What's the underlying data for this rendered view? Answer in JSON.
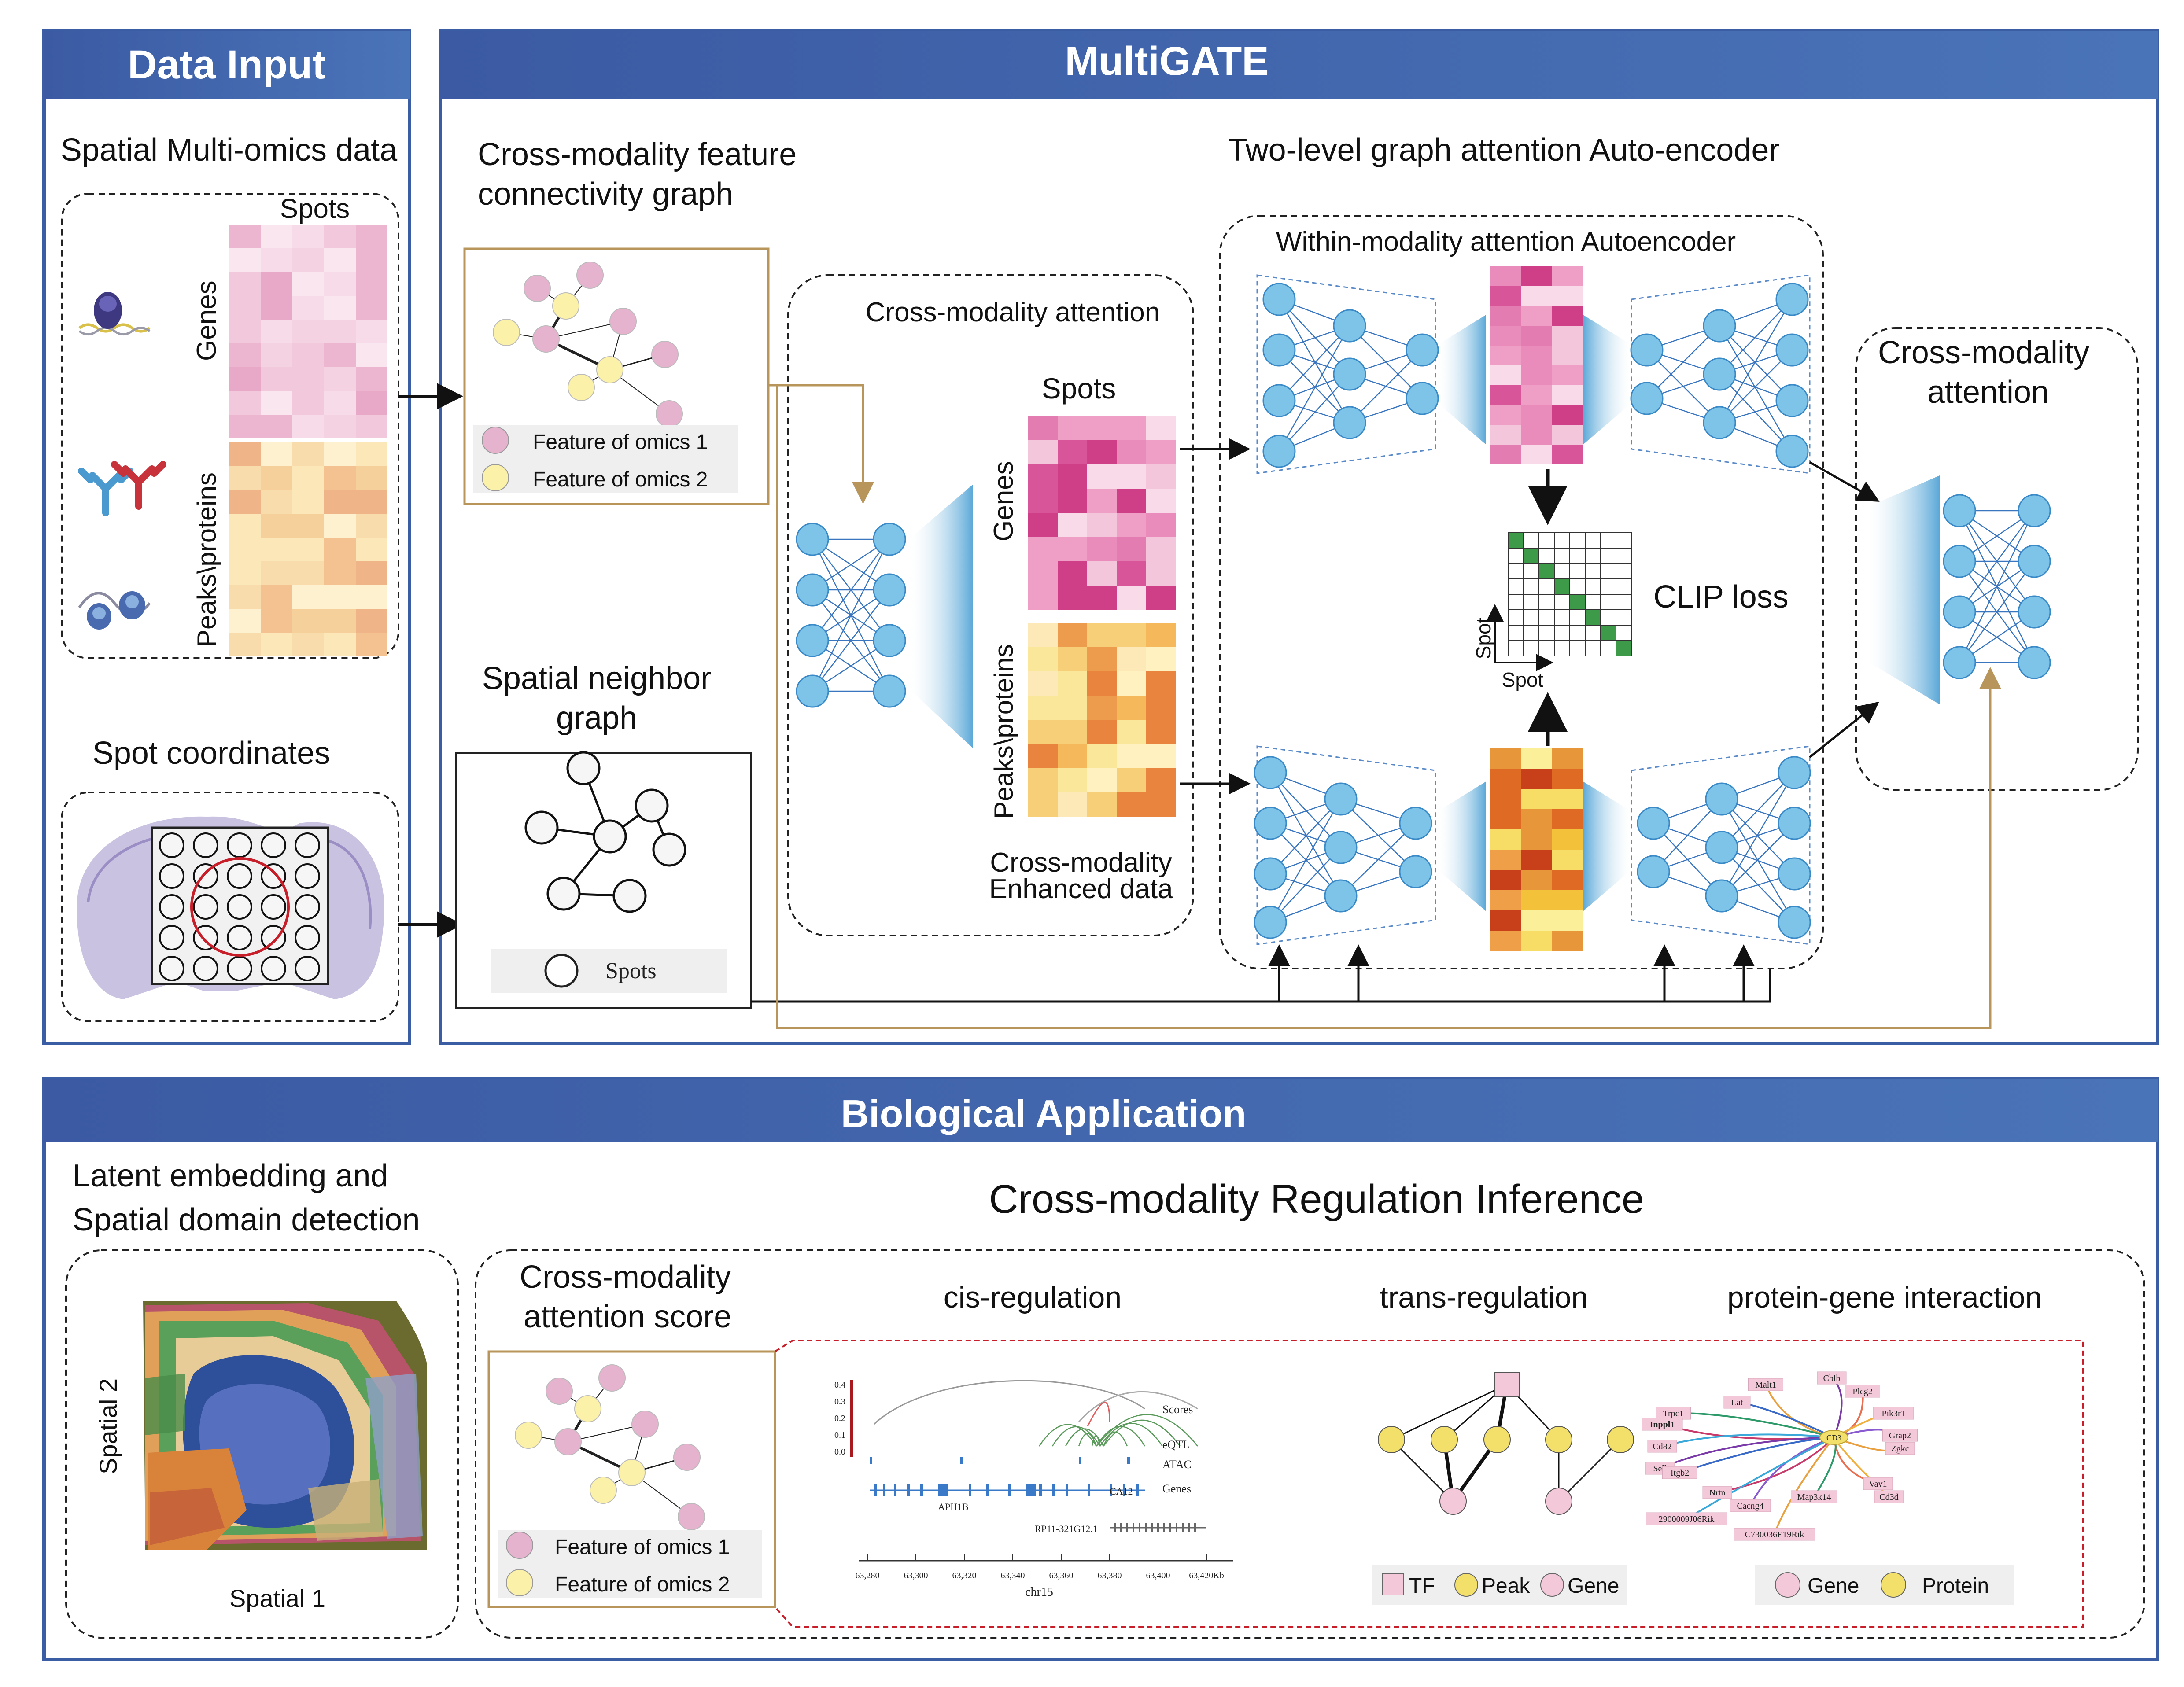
{
  "headers": {
    "data_input": "Data Input",
    "multigate": "MultiGATE",
    "biological_application": "Biological Application"
  },
  "data_input": {
    "spatial_multiomics_title": "Spatial Multi-omics data",
    "spots_label": "Spots",
    "genes_label": "Genes",
    "peaks_proteins_label": "Peaks\\proteins",
    "spot_coordinates_title": "Spot coordinates"
  },
  "multigate": {
    "feature_graph_title_line1": "Cross-modality feature",
    "feature_graph_title_line2": "connectivity graph",
    "legend_feature_1": "Feature of omics 1",
    "legend_feature_2": "Feature of omics 2",
    "spatial_graph_title_line1": "Spatial neighbor",
    "spatial_graph_title_line2": "graph",
    "spots_legend": "Spots",
    "cross_attention_title": "Cross-modality attention",
    "spots_label": "Spots",
    "genes_label": "Genes",
    "peaks_proteins_label": "Peaks\\proteins",
    "enhanced_line1": "Cross-modality",
    "enhanced_line2": "Enhanced data",
    "two_level_title": "Two-level graph attention Auto-encoder",
    "within_modality_title": "Within-modality attention Autoencoder",
    "clip_loss": "CLIP loss",
    "clip_axis_x": "Spot",
    "clip_axis_y": "Spot",
    "right_attention_line1": "Cross-modality",
    "right_attention_line2": "attention"
  },
  "bio": {
    "latent_line1": "Latent embedding and",
    "latent_line2": "Spatial domain detection",
    "spatial1": "Spatial 1",
    "spatial2": "Spatial 2",
    "regulation_title": "Cross-modality Regulation Inference",
    "attention_score_line1": "Cross-modality",
    "attention_score_line2": "attention score",
    "legend_feature_1": "Feature of omics 1",
    "legend_feature_2": "Feature of omics 2",
    "cis_title": "cis-regulation",
    "trans_title": "trans-regulation",
    "pgi_title": "protein-gene interaction",
    "cis": {
      "y_ticks": [
        "0.4",
        "0.3",
        "0.2",
        "0.1",
        "0.0"
      ],
      "track_labels": [
        "Scores",
        "eQTL",
        "ATAC",
        "Genes"
      ],
      "gene_labels": [
        "APH1B",
        "CA12",
        "RP11-321G12.1"
      ],
      "x_ticks": [
        "63,280",
        "63,300",
        "63,320",
        "63,340",
        "63,360",
        "63,380",
        "63,400",
        "63,420Kb"
      ],
      "chrom": "chr15"
    },
    "trans_legend": {
      "tf": "TF",
      "peak": "Peak",
      "gene": "Gene"
    },
    "pgi": {
      "center": "CD3",
      "nodes": [
        "Malt1",
        "Cblb",
        "Lat",
        "Plcg2",
        "Trpc1",
        "Pik3r1",
        "Inppl1",
        "Grap2",
        "Cd82",
        "Zgkc",
        "Sell",
        "Itgb2",
        "Vav1",
        "Map3k14",
        "Cd3d",
        "Nrtn",
        "Cacng4",
        "2900009J06Rik",
        "C730036E19Rik"
      ],
      "legend_gene": "Gene",
      "legend_protein": "Protein"
    }
  },
  "colors": {
    "header_blue": "#3f63a8",
    "frame_blue": "#3a5da3",
    "node_blue": "#7ec4e8",
    "pink_node": "#e6b3cf",
    "yellow_node": "#fbf1a8",
    "tan_border": "#b8955a",
    "clip_green": "#3d9a48",
    "red_dashed": "#c81e2a"
  }
}
